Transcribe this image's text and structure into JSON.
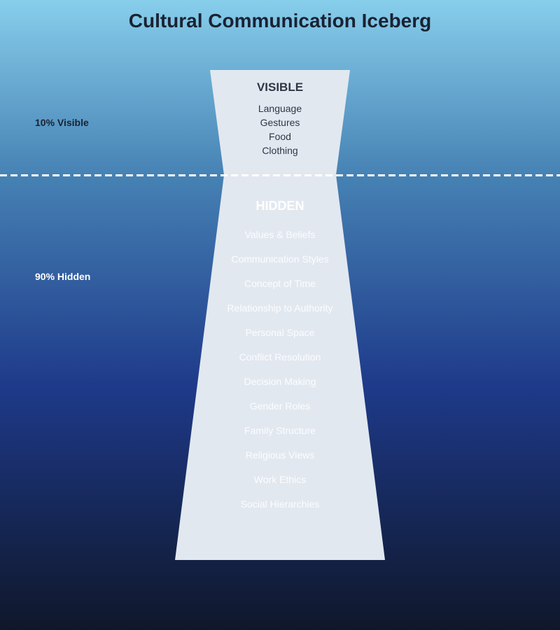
{
  "title": "Cultural Communication Iceberg",
  "side_labels": {
    "visible": "10% Visible",
    "hidden": "90% Hidden"
  },
  "visible_section": {
    "heading": "VISIBLE",
    "items": [
      "Language",
      "Gestures",
      "Food",
      "Clothing"
    ]
  },
  "hidden_section": {
    "heading": "HIDDEN",
    "items": [
      "Values & Beliefs",
      "Communication Styles",
      "Concept of Time",
      "Relationship to Authority",
      "Personal Space",
      "Conflict Resolution",
      "Decision Making",
      "Gender Roles",
      "Family Structure",
      "Religious Views",
      "Work Ethics",
      "Social Hierarchies"
    ]
  },
  "colors": {
    "sky_top": "#87ceeb",
    "waterline": "#4682b4",
    "deep_water": "#1e3a8a",
    "abyss": "#0f172a",
    "iceberg": "#e2e8f0",
    "dashed_line": "#ffffff"
  }
}
